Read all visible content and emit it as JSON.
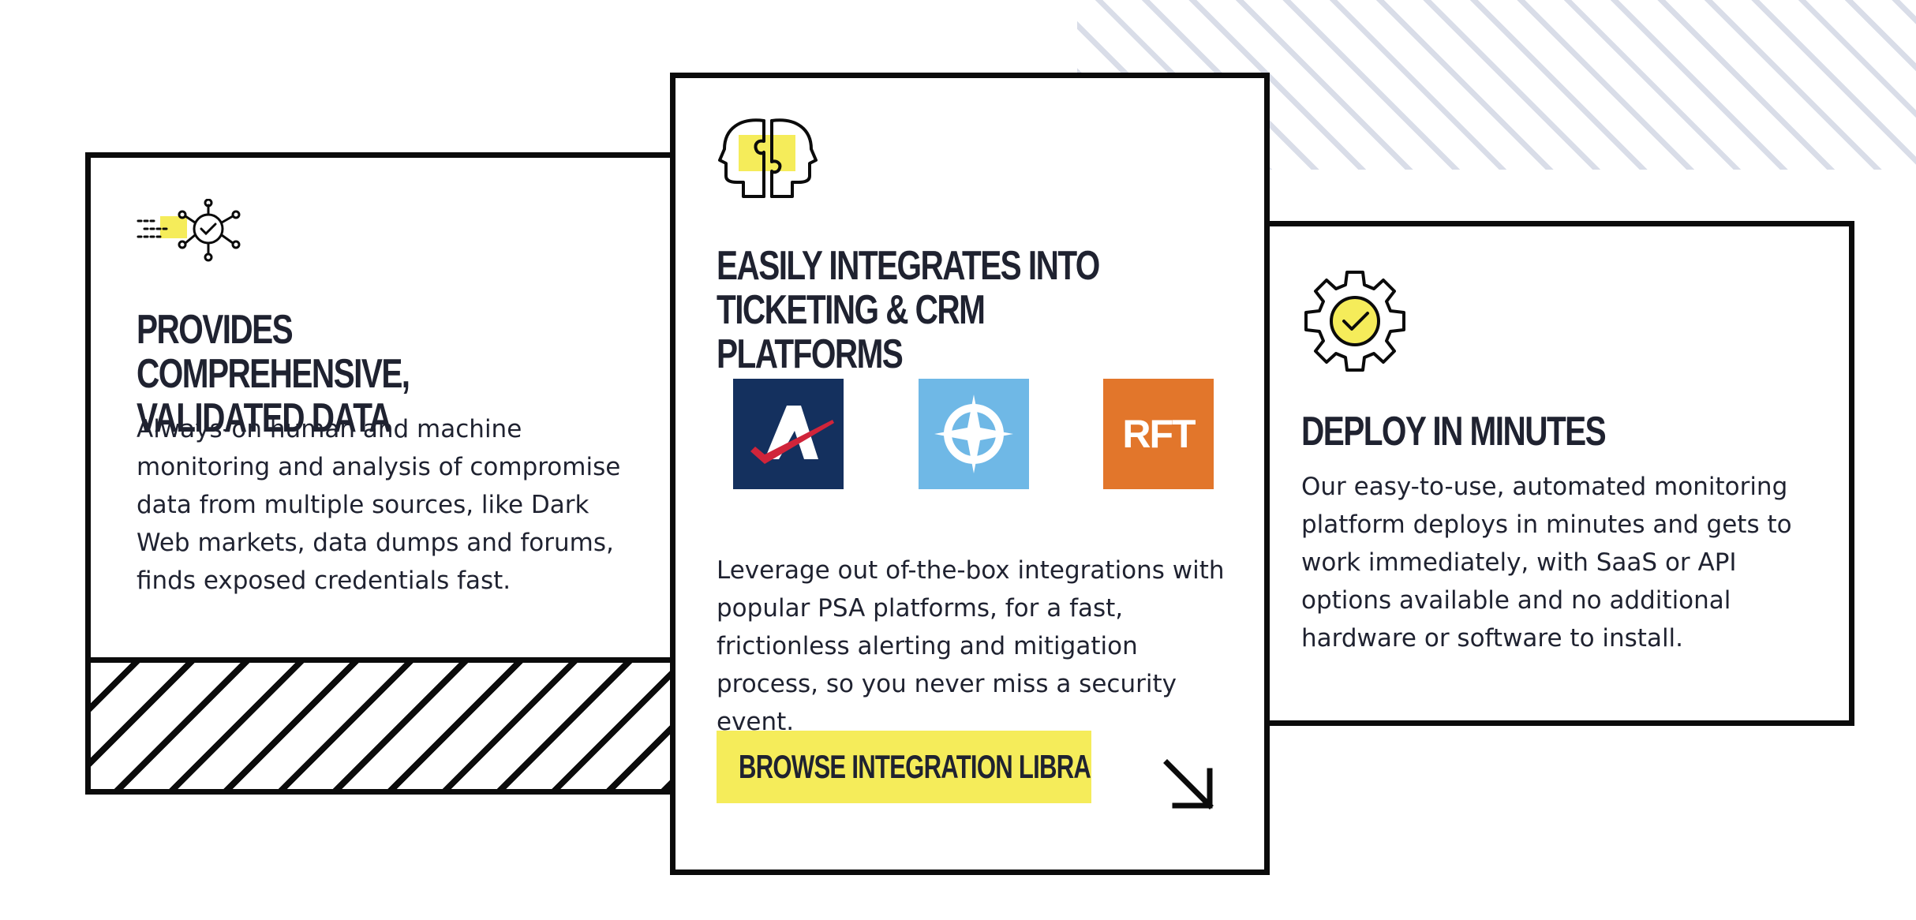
{
  "features": {
    "left": {
      "icon": "speed-network-check-icon",
      "title_line1": "PROVIDES COMPREHENSIVE,",
      "title_line2": "VALIDATED DATA",
      "body": "Always-on human and machine monitoring and analysis of compromise data from multiple sources, like Dark Web markets, data dumps and forums, finds exposed credentials fast."
    },
    "middle": {
      "icon": "puzzle-heads-icon",
      "title_line1": "EASILY INTEGRATES INTO",
      "title_line2": "TICKETING & CRM PLATFORMS",
      "logos": [
        {
          "name": "autotask-logo",
          "bg": "#14305e"
        },
        {
          "name": "connectwise-logo",
          "bg": "#6fb8e6"
        },
        {
          "name": "rft-logo",
          "bg": "#e2762b",
          "text": "RFT"
        }
      ],
      "body": "Leverage out of-the-box integrations with popular PSA platforms, for a fast, frictionless alerting and mitigation process, so you never miss a security event.",
      "button_label": "BROWSE INTEGRATION LIBRARY",
      "arrow_icon": "arrow-down-right-icon"
    },
    "right": {
      "icon": "gear-check-icon",
      "title": "DEPLOY IN MINUTES",
      "body": "Our easy-to-use, automated monitoring platform deploys in minutes and gets to work immediately, with SaaS or API options available and no additional hardware or software to install."
    }
  },
  "colors": {
    "accent_yellow": "#f5ec5a",
    "border": "#0b0b0b",
    "text": "#1f2230",
    "stripe": "#d9dde8"
  }
}
